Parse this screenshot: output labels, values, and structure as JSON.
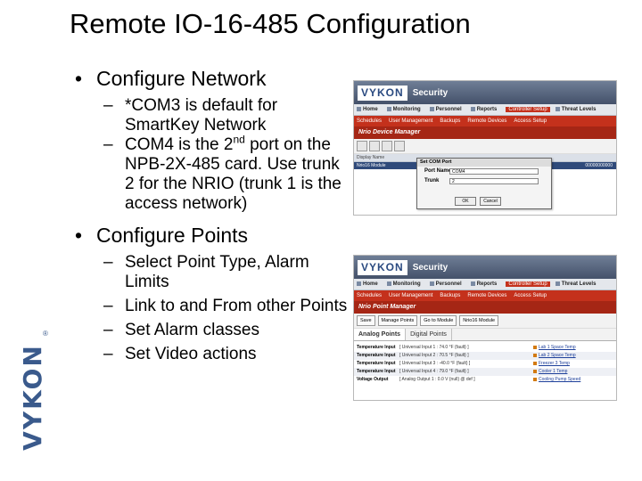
{
  "slide": {
    "title": "Remote IO-16-485 Configuration",
    "bullets": [
      {
        "text": "Configure Network",
        "subs": [
          {
            "text": "*COM3 is default for SmartKey Network"
          },
          {
            "pre": "COM4 is the 2",
            "sup": "nd",
            "post": " port on the NPB-2X-485 card. Use trunk 2 for the NRIO (trunk 1 is the access network)"
          }
        ]
      },
      {
        "text": "Configure Points",
        "subs": [
          {
            "text": "Select Point Type, Alarm Limits"
          },
          {
            "text": "Link to and From other Points"
          },
          {
            "text": "Set Alarm classes"
          },
          {
            "text": "Set Video actions"
          }
        ]
      }
    ],
    "logo": {
      "text": "VYKON",
      "mark": "®"
    }
  },
  "screenshot_device": {
    "brand": "VYKON",
    "app_label": "Security",
    "nav": [
      "Home",
      "Monitoring",
      "Personnel",
      "Reports",
      "Controller Setup",
      "Threat Levels"
    ],
    "nav_active": "Controller Setup",
    "subnav": [
      "Schedules",
      "User Management",
      "Backups",
      "Remote Devices",
      "Access Setup"
    ],
    "manager_title": "Nrio Device Manager",
    "grid_header": "Display Name",
    "grid_row": "Nrio16 Module",
    "grid_right_value": "00000000000",
    "dialog": {
      "title": "Set COM Port",
      "port_label": "Port Name",
      "port_value": "COM4",
      "trunk_label": "Trunk",
      "trunk_value": "2",
      "ok_label": "OK",
      "cancel_label": "Cancel"
    }
  },
  "screenshot_points": {
    "brand": "VYKON",
    "app_label": "Security",
    "nav": [
      "Home",
      "Monitoring",
      "Personnel",
      "Reports",
      "Controller Setup",
      "Threat Levels"
    ],
    "subnav": [
      "Schedules",
      "User Management",
      "Backups",
      "Remote Devices",
      "Access Setup"
    ],
    "manager_title": "Nrio Point Manager",
    "toolbar": [
      "Save",
      "Manage Points",
      "Go to Module",
      "Nrio16 Module"
    ],
    "tabs": [
      "Analog Points",
      "Digital Points"
    ],
    "tab_active": "Analog Points",
    "rows": [
      {
        "name": "Temperature Input",
        "value": "[ Universal Input 1 : 74.0 °F {fault} ]",
        "link": "Lab 1 Space Temp"
      },
      {
        "name": "Temperature Input",
        "value": "[ Universal Input 2 : 70.5 °F {fault} ]",
        "link": "Lab 2 Space Temp"
      },
      {
        "name": "Temperature Input",
        "value": "[ Universal Input 3 : -40.0 °F {fault} ]",
        "link": "Freezer 3 Temp"
      },
      {
        "name": "Temperature Input",
        "value": "[ Universal Input 4 : 79.0 °F {fault} ]",
        "link": "Cooler 1 Temp"
      },
      {
        "name": "Voltage Output",
        "value": "[ Analog Output 1 : 0.0 V {null} @ def ]",
        "link": "Cooling Pump Speed"
      }
    ]
  }
}
